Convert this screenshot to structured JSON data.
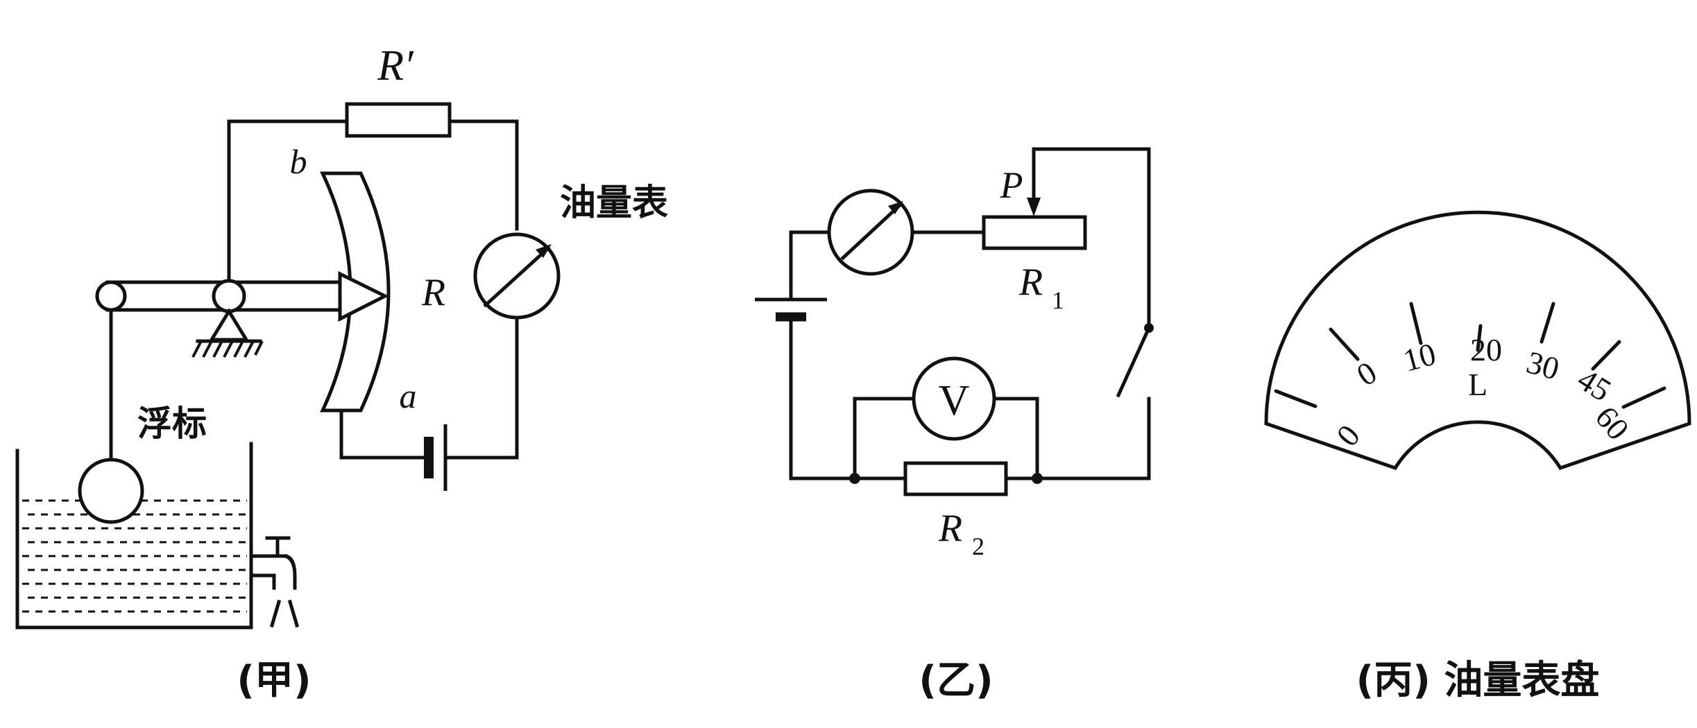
{
  "jia": {
    "label_r_prime": "R′",
    "label_b": "b",
    "label_r": "R",
    "label_a": "a",
    "label_oil_meter": "油量表",
    "label_float": "浮标",
    "caption": "(甲)"
  },
  "yi": {
    "label_p": "P",
    "label_r1": "R",
    "label_r1_sub": "1",
    "label_v": "V",
    "label_r2": "R",
    "label_r2_sub": "2",
    "caption": "(乙)"
  },
  "bing": {
    "ticks": [
      "0",
      "0",
      "10",
      "20",
      "30",
      "45",
      "60"
    ],
    "unit": "L",
    "caption": "(丙) 油量表盘"
  }
}
